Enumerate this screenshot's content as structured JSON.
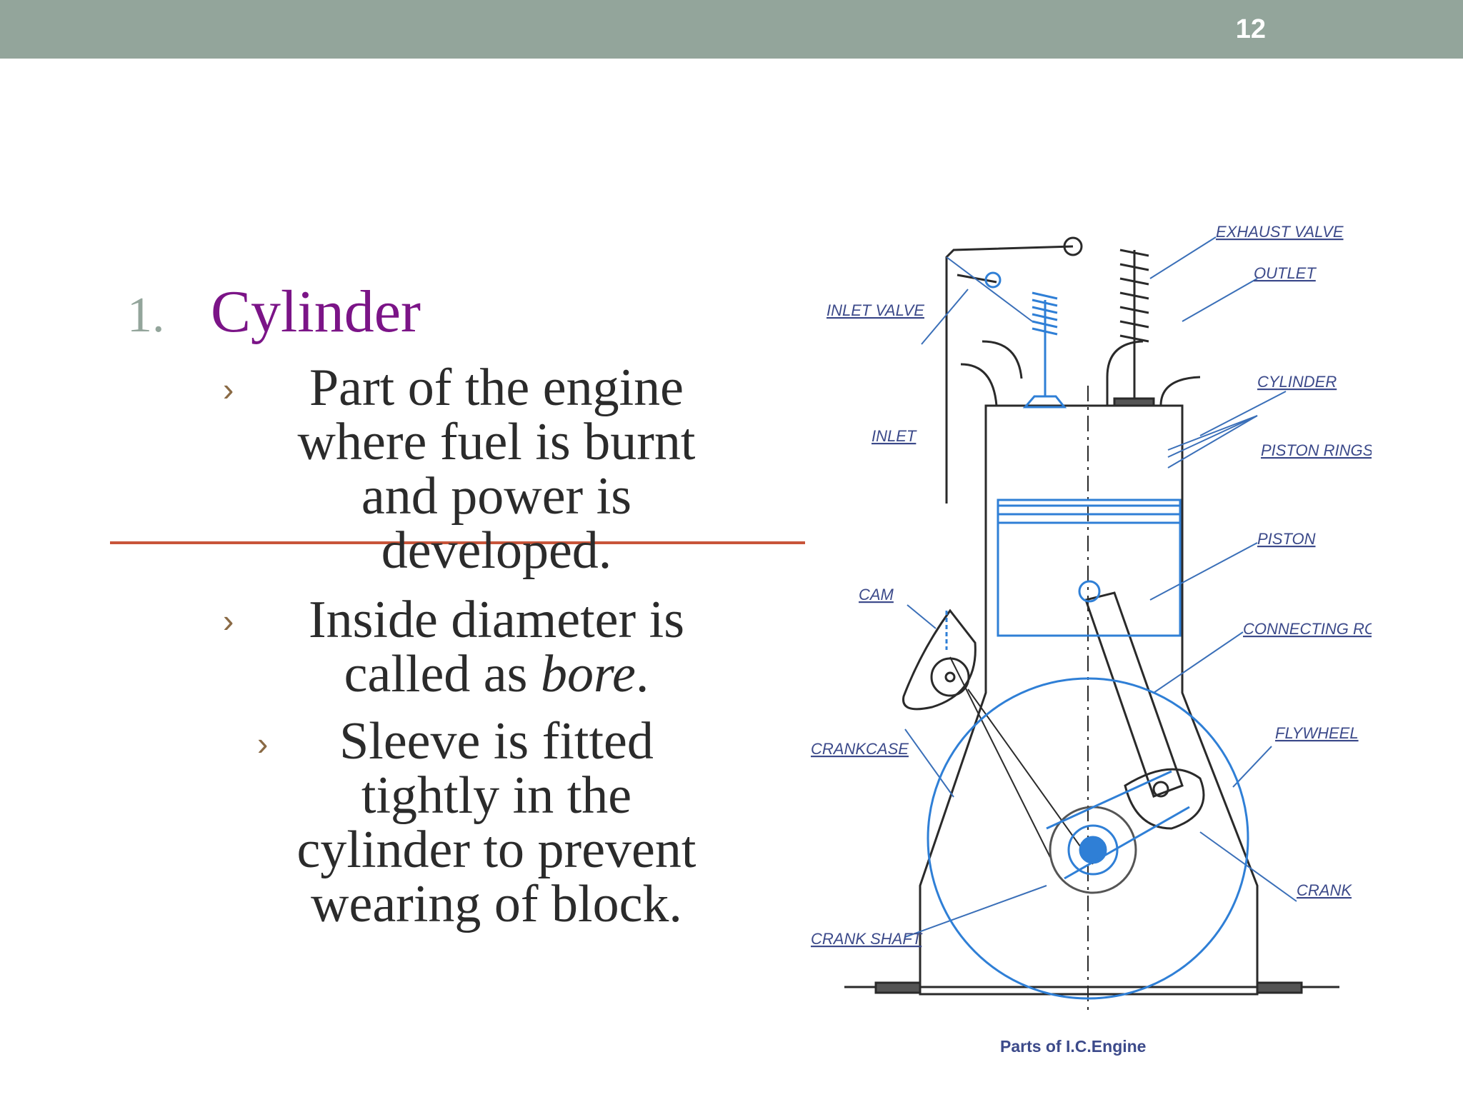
{
  "slide": {
    "number": "12"
  },
  "heading": {
    "num": "1.",
    "text": "Cylinder"
  },
  "bullets": [
    {
      "marker": "›",
      "lines": [
        "Part of the engine",
        "where fuel is burnt",
        "and power is",
        "developed."
      ]
    },
    {
      "marker": "›",
      "line1": "Inside diameter is",
      "line2_prefix": "called as ",
      "line2_italic": "bore",
      "line2_suffix": "."
    },
    {
      "marker": "›",
      "lines": [
        "Sleeve is fitted",
        "tightly in the",
        "cylinder to prevent",
        "wearing of block."
      ]
    }
  ],
  "diagram": {
    "labels": {
      "exhaust_valve": "EXHAUST VALVE",
      "outlet": "OUTLET",
      "inlet_valve": "INLET VALVE",
      "cylinder": "CYLINDER",
      "inlet": "INLET",
      "piston_rings": "PISTON RINGS",
      "piston": "PISTON",
      "cam": "CAM",
      "connecting_rod": "CONNECTING ROD",
      "flywheel": "FLYWHEEL",
      "crankcase": "CRANKCASE",
      "crank": "CRANK",
      "crank_shaft": "CRANK SHAFT"
    },
    "caption": "Parts of I.C.Engine",
    "colors": {
      "line": "#2a2a2a",
      "accent": "#2f7fd6"
    }
  }
}
